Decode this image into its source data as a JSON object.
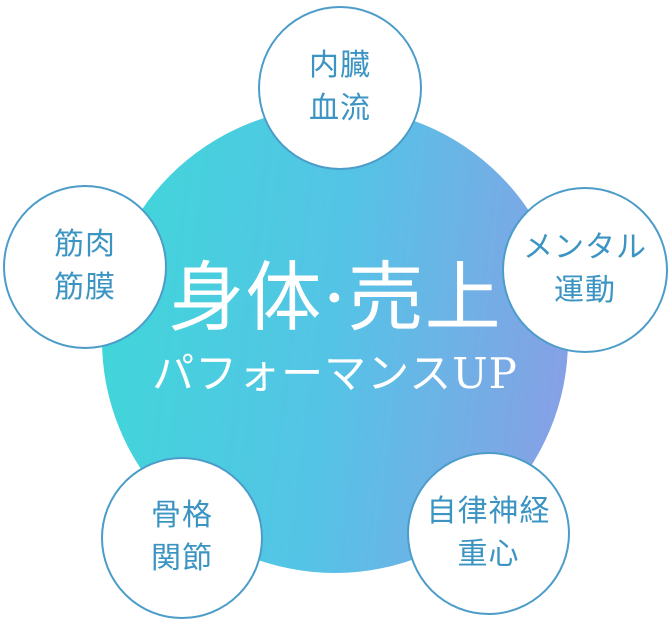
{
  "center": {
    "title": "身体·売上",
    "subtitle": "パフォーマンスUP"
  },
  "nodes": [
    {
      "id": "top",
      "lines": [
        "内臓",
        "血流"
      ]
    },
    {
      "id": "left",
      "lines": [
        "筋肉",
        "筋膜"
      ]
    },
    {
      "id": "right",
      "lines": [
        "メンタル",
        "運動"
      ]
    },
    {
      "id": "bottom-left",
      "lines": [
        "骨格",
        "関節"
      ]
    },
    {
      "id": "bottom-right",
      "lines": [
        "自律神経",
        "重心"
      ]
    }
  ],
  "colors": {
    "gradient_left": "#3ed8d8",
    "gradient_mid": "#55c3e6",
    "gradient_right": "#7ea6e5",
    "gradient_edge": "#8c9ce8",
    "center_text": "#ffffff",
    "node_fill": "#ffffff",
    "node_border": "#4c9cc9",
    "node_text": "#3b94c2"
  }
}
